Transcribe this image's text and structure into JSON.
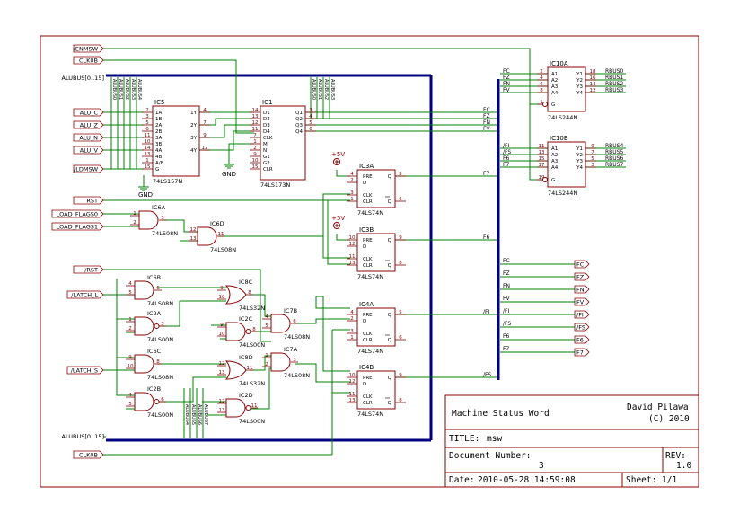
{
  "colors": {
    "wire": "#008000",
    "part": "#8b0000",
    "bus": "#000080",
    "pin": "#800000",
    "text": "#000000",
    "power": "#8b0000"
  },
  "title_block": {
    "doc_title": "Machine Status Word",
    "author": "David Pilawa",
    "copyright": "(C) 2010",
    "title_label": "TITLE:",
    "title_value": "msw",
    "docnum_label": "Document Number:",
    "docnum_value": "3",
    "rev_label": "REV:",
    "rev_value": "1.0",
    "date_label": "Date:",
    "date_value": "2010-05-28 14:59:08",
    "sheet_label": "Sheet:",
    "sheet_value": "1/1"
  },
  "ports_in": {
    "enmsw": "/ENMSW",
    "clkb_top": "CLK0B",
    "alubus_top": "ALUBUS[0..15]",
    "alu_c": "ALU_C",
    "alu_z": "ALU_Z",
    "alu_n": "ALU_N",
    "alu_v": "ALU_V",
    "ldmsw": "/LDMSW",
    "rst": "RST",
    "load_flags0": "LOAD_FLAGS0",
    "load_flags1": "LOAD_FLAGS1",
    "nrst": "/RST",
    "latch_l": "/LATCH_L",
    "latch_s": "/LATCH_S",
    "alubus_bot": "ALUBUS[0..15]",
    "clkb_bot": "CLK0B"
  },
  "ports_out": [
    "FC",
    "FZ",
    "FN",
    "FV",
    "/FI",
    "/FS",
    "F6",
    "F7"
  ],
  "power": {
    "vcc": "+5V",
    "gnd": "GND"
  },
  "chips": {
    "ic5": {
      "ref": "IC5",
      "part": "74LS157N",
      "pins_left": [
        [
          "2",
          "1A"
        ],
        [
          "3",
          "1B"
        ],
        [
          "5",
          "2A"
        ],
        [
          "6",
          "2B"
        ],
        [
          "11",
          "3A"
        ],
        [
          "10",
          "3B"
        ],
        [
          "14",
          "4A"
        ],
        [
          "13",
          "4B"
        ],
        [
          "1",
          "A/B"
        ],
        [
          "15",
          "G"
        ]
      ],
      "pins_right": [
        [
          "4",
          "1Y"
        ],
        [
          "7",
          "2Y"
        ],
        [
          "9",
          "3Y"
        ],
        [
          "12",
          "4Y"
        ]
      ]
    },
    "ic1": {
      "ref": "IC1",
      "part": "74LS173N",
      "pins_left": [
        [
          "14",
          "D1"
        ],
        [
          "13",
          "D2"
        ],
        [
          "12",
          "D3"
        ],
        [
          "11",
          "D4"
        ],
        [
          "7",
          "CLK"
        ],
        [
          "1",
          "M"
        ],
        [
          "2",
          "N"
        ],
        [
          "9",
          "G1"
        ],
        [
          "10",
          "G2"
        ],
        [
          "15",
          "CLR"
        ]
      ],
      "pins_right": [
        [
          "3",
          "Q1"
        ],
        [
          "4",
          "Q2"
        ],
        [
          "5",
          "Q3"
        ],
        [
          "6",
          "Q4"
        ]
      ]
    },
    "ic10a": {
      "ref": "IC10A",
      "part": "74LS244N",
      "pins_left": [
        [
          "2",
          "A1"
        ],
        [
          "4",
          "A2"
        ],
        [
          "6",
          "A3"
        ],
        [
          "8",
          "A4"
        ],
        [
          "1",
          "G"
        ]
      ],
      "pins_right": [
        [
          "18",
          "Y1"
        ],
        [
          "16",
          "Y2"
        ],
        [
          "14",
          "Y3"
        ],
        [
          "12",
          "Y4"
        ]
      ],
      "outs": [
        "RBUS0",
        "RBUS1",
        "RBUS2",
        "RBUS3"
      ]
    },
    "ic10b": {
      "ref": "IC10B",
      "part": "74LS244N",
      "pins_left": [
        [
          "11",
          "A1"
        ],
        [
          "13",
          "A2"
        ],
        [
          "15",
          "A3"
        ],
        [
          "17",
          "A4"
        ],
        [
          "19",
          "G"
        ]
      ],
      "pins_right": [
        [
          "9",
          "Y1"
        ],
        [
          "7",
          "Y2"
        ],
        [
          "5",
          "Y3"
        ],
        [
          "3",
          "Y4"
        ]
      ],
      "outs": [
        "RBUS4",
        "RBUS5",
        "RBUS6",
        "RBUS7"
      ]
    },
    "ic3a": {
      "ref": "IC3A",
      "part": "74LS74N",
      "pre": "PRE",
      "d": "D",
      "clk": "CLK",
      "clr": "CLR",
      "q": "Q",
      "qn": "Q",
      "pins": {
        "pre": "4",
        "d": "2",
        "clk": "3",
        "clr": "1",
        "q": "5",
        "qn": "6"
      }
    },
    "ic3b": {
      "ref": "IC3B",
      "part": "74LS74N",
      "pre": "PRE",
      "d": "D",
      "clk": "CLK",
      "clr": "CLR",
      "q": "Q",
      "qn": "Q",
      "pins": {
        "pre": "10",
        "d": "12",
        "clk": "11",
        "clr": "13",
        "q": "9",
        "qn": "8"
      }
    },
    "ic4a": {
      "ref": "IC4A",
      "part": "74LS74N",
      "pre": "PRE",
      "d": "D",
      "clk": "CLK",
      "clr": "CLR",
      "q": "Q",
      "qn": "Q",
      "pins": {
        "pre": "4",
        "d": "2",
        "clk": "3",
        "clr": "1",
        "q": "5",
        "qn": "6"
      }
    },
    "ic4b": {
      "ref": "IC4B",
      "part": "74LS74N",
      "pre": "PRE",
      "d": "D",
      "clk": "CLK",
      "clr": "CLR",
      "q": "Q",
      "qn": "Q",
      "pins": {
        "pre": "10",
        "d": "12",
        "clk": "11",
        "clr": "13",
        "q": "9",
        "qn": "8"
      }
    }
  },
  "gates": {
    "ic6a": {
      "ref": "IC6A",
      "part": "74LS08N",
      "pins": [
        "1",
        "2",
        "3"
      ]
    },
    "ic6d": {
      "ref": "IC6D",
      "part": "74LS08N",
      "pins": [
        "12",
        "13",
        "11"
      ]
    },
    "ic6b": {
      "ref": "IC6B",
      "part": "74LS08N",
      "pins": [
        "4",
        "5",
        "6"
      ]
    },
    "ic2a": {
      "ref": "IC2A",
      "part": "74LS00N",
      "pins": [
        "1",
        "2",
        "3"
      ]
    },
    "ic6c": {
      "ref": "IC6C",
      "part": "74LS08N",
      "pins": [
        "9",
        "10",
        "8"
      ]
    },
    "ic2b": {
      "ref": "IC2B",
      "part": "74LS00N",
      "pins": [
        "4",
        "5",
        "6"
      ]
    },
    "ic8c": {
      "ref": "IC8C",
      "part": "74LS32N",
      "pins": [
        "9",
        "10",
        "8"
      ]
    },
    "ic2c": {
      "ref": "IC2C",
      "part": "74LS00N",
      "pins": [
        "9",
        "10",
        "8"
      ]
    },
    "ic8d": {
      "ref": "IC8D",
      "part": "74LS32N",
      "pins": [
        "12",
        "13",
        "11"
      ]
    },
    "ic2d": {
      "ref": "IC2D",
      "part": "74LS00N",
      "pins": [
        "12",
        "13",
        "11"
      ]
    },
    "ic7b": {
      "ref": "IC7B",
      "part": "74LS08N",
      "pins": [
        "4",
        "5",
        "6"
      ]
    },
    "ic7a": {
      "ref": "IC7A",
      "part": "74LS08N",
      "pins": [
        "1",
        "2",
        "3"
      ]
    }
  },
  "bus_taps_top": [
    "ALUBUS0",
    "ALUBUS1",
    "ALUBUS2",
    "ALUBUS3",
    "ALUBUS4"
  ],
  "bus_taps_mid": [
    "ALUBUS0",
    "ALUBUS1",
    "ALUBUS2",
    "ALUBUS3"
  ],
  "bus_taps_bot": [
    "ALUBUS4",
    "ALUBUS5",
    "ALUBUS6",
    "ALUBUS7"
  ],
  "right_bus_labels": [
    "FC",
    "FZ",
    "FN",
    "FV",
    "/FI",
    "/FS",
    "F6",
    "F7"
  ],
  "net_labels": {
    "f7": "F7",
    "f6": "F6",
    "fi": "/FI",
    "fs": "/FS"
  }
}
